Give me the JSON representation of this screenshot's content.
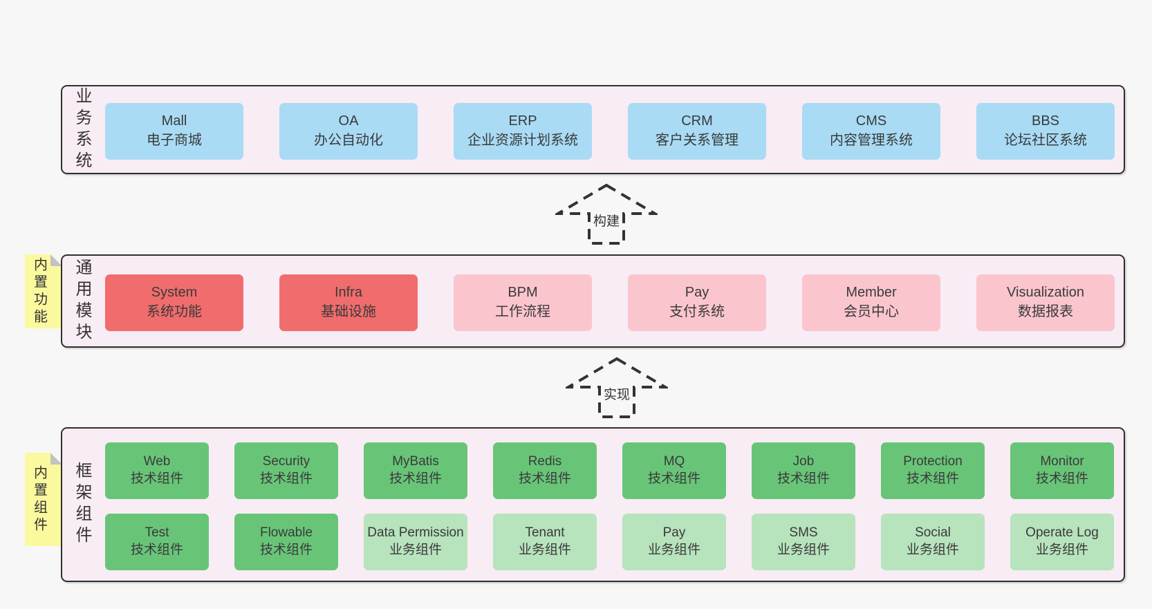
{
  "colors": {
    "page_bg": "#f7f7f7",
    "section_bg": "#f8ecf5",
    "section_border": "#2f2f2f",
    "blue_box": "#a9dbf5",
    "red_box": "#f16c6c",
    "pink_box": "#fbc5ce",
    "green_box": "#68c578",
    "light_green_box": "#b7e3bd",
    "tag_yellow": "#fbf99e",
    "text": "#3a3a3a"
  },
  "arrows": [
    {
      "label": "构建"
    },
    {
      "label": "实现"
    }
  ],
  "sections": {
    "business": {
      "label": "业务系统",
      "boxes": [
        {
          "name": "Mall",
          "subtitle": "电子商城"
        },
        {
          "name": "OA",
          "subtitle": "办公自动化"
        },
        {
          "name": "ERP",
          "subtitle": "企业资源计划系统"
        },
        {
          "name": "CRM",
          "subtitle": "客户关系管理"
        },
        {
          "name": "CMS",
          "subtitle": "内容管理系统"
        },
        {
          "name": "BBS",
          "subtitle": "论坛社区系统"
        }
      ]
    },
    "common": {
      "label": "通用模块",
      "tag": "内置功能",
      "boxes": [
        {
          "name": "System",
          "subtitle": "系统功能"
        },
        {
          "name": "Infra",
          "subtitle": "基础设施"
        },
        {
          "name": "BPM",
          "subtitle": "工作流程"
        },
        {
          "name": "Pay",
          "subtitle": "支付系统"
        },
        {
          "name": "Member",
          "subtitle": "会员中心"
        },
        {
          "name": "Visualization",
          "subtitle": "数据报表"
        }
      ]
    },
    "framework": {
      "label": "框架组件",
      "tag": "内置组件",
      "rows": [
        [
          {
            "name": "Web",
            "subtitle": "技术组件"
          },
          {
            "name": "Security",
            "subtitle": "技术组件"
          },
          {
            "name": "MyBatis",
            "subtitle": "技术组件"
          },
          {
            "name": "Redis",
            "subtitle": "技术组件"
          },
          {
            "name": "MQ",
            "subtitle": "技术组件"
          },
          {
            "name": "Job",
            "subtitle": "技术组件"
          },
          {
            "name": "Protection",
            "subtitle": "技术组件"
          },
          {
            "name": "Monitor",
            "subtitle": "技术组件"
          }
        ],
        [
          {
            "name": "Test",
            "subtitle": "技术组件"
          },
          {
            "name": "Flowable",
            "subtitle": "技术组件"
          },
          {
            "name": "Data Permission",
            "subtitle": "业务组件"
          },
          {
            "name": "Tenant",
            "subtitle": "业务组件"
          },
          {
            "name": "Pay",
            "subtitle": "业务组件"
          },
          {
            "name": "SMS",
            "subtitle": "业务组件"
          },
          {
            "name": "Social",
            "subtitle": "业务组件"
          },
          {
            "name": "Operate Log",
            "subtitle": "业务组件"
          }
        ]
      ]
    }
  }
}
